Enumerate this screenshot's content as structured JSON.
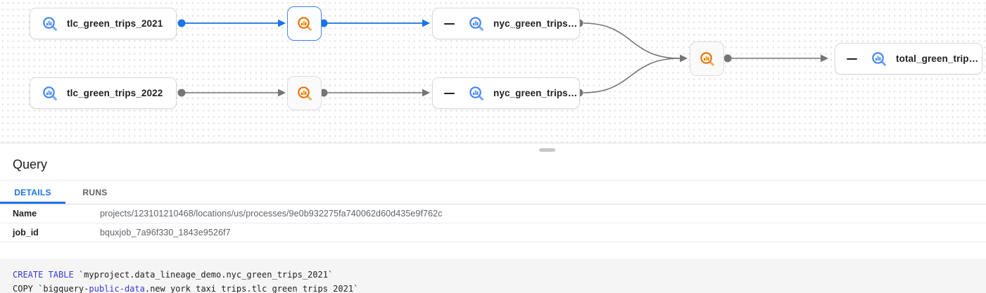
{
  "graph": {
    "nodes": {
      "tlc2021": {
        "label": "tlc_green_trips_2021",
        "type": "bigquery-table"
      },
      "tlc2022": {
        "label": "tlc_green_trips_2022",
        "type": "bigquery-table"
      },
      "nyc2021": {
        "label": "nyc_green_trips…",
        "type": "bigquery-table",
        "collapsible": true
      },
      "nyc2022": {
        "label": "nyc_green_trips…",
        "type": "bigquery-table",
        "collapsible": true
      },
      "total": {
        "label": "total_green_trip…",
        "type": "bigquery-table",
        "collapsible": true
      },
      "process_selected": {
        "type": "bigquery-job",
        "selected": true
      },
      "process_2022": {
        "type": "bigquery-job"
      },
      "process_merge": {
        "type": "bigquery-job"
      }
    },
    "icons": {
      "table_icon": "bigquery-magnifier-chart-blue",
      "process_icon": "bigquery-magnifier-chart-orange",
      "collapse_icon": "minus"
    },
    "colors": {
      "selected_edge": "#1a73e8",
      "edge": "#757575",
      "process_icon": "#e8710a",
      "table_icon": "#4285f4"
    }
  },
  "panel": {
    "title": "Query",
    "tabs": {
      "details": "DETAILS",
      "runs": "RUNS"
    },
    "details": {
      "rows": [
        {
          "label": "Name",
          "value": "projects/123101210468/locations/us/processes/9e0b932275fa740062d60d435e9f762c"
        },
        {
          "label": "job_id",
          "value": "bquxjob_7a96f330_1843e9526f7"
        }
      ]
    },
    "code": {
      "lines": [
        {
          "segments": [
            {
              "text": "CREATE TABLE",
              "type": "keyword"
            },
            {
              "text": " `myproject.data_lineage_demo.nyc_green_trips_2021`",
              "type": "plain"
            }
          ]
        },
        {
          "segments": [
            {
              "text": "COPY `bigquery-",
              "type": "plain"
            },
            {
              "text": "public-data",
              "type": "keyword"
            },
            {
              "text": ".new_york_taxi_trips.tlc_green_trips_2021`",
              "type": "plain"
            }
          ]
        }
      ],
      "keyword_color": "#3a3ad1"
    }
  }
}
